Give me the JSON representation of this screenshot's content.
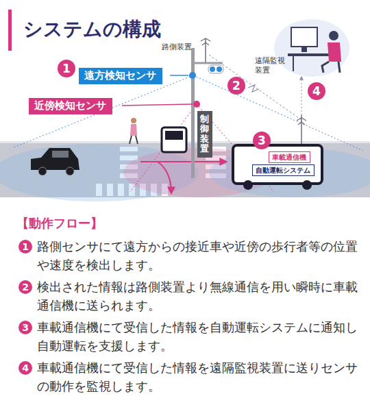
{
  "diagram": {
    "title": "システムの構成",
    "nodes": [
      {
        "text": [
          "遠方検知センサ"
        ]
      },
      {
        "text": [
          "近傍検知センサ"
        ]
      },
      {
        "text": [
          "制御装置"
        ]
      },
      {
        "text": [
          "車載通信機"
        ]
      },
      {
        "text": [
          "自動運転システム"
        ]
      }
    ],
    "labels": [
      "1",
      "2",
      "3",
      "4",
      "路側装置",
      "遠隔監視装置",
      "【動作フロー】",
      "1",
      "路側センサにて遠方からの接近車や近傍の歩行者等の位置や速度を検出します。",
      "2",
      "検出された情報は路側装置より無線通信を用い瞬時に車載通信機に送られます。",
      "3",
      "車載通信機にて受信した情報を自動運転システムに通知し自動運転を支援します。",
      "4",
      "車載通信機にて受信した情報を遠隔監視装置に送りセンサの動作を監視します。"
    ]
  }
}
